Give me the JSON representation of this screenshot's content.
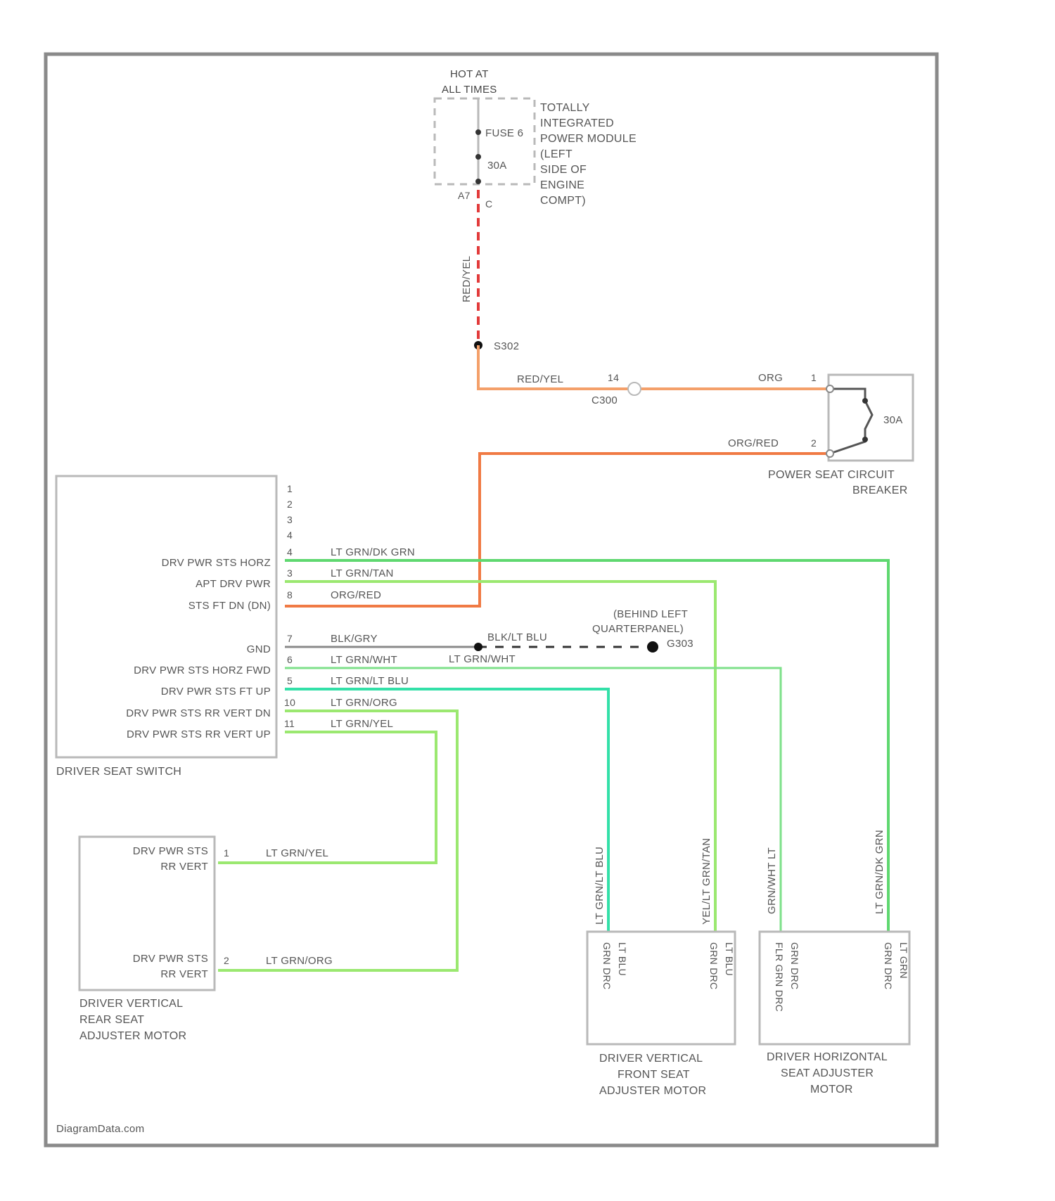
{
  "colors": {
    "frame": "#8a8a8a",
    "box": "#b9b9b9",
    "red": "#e23b3b",
    "orange": "#f4a06a",
    "dark_orange": "#f07a44",
    "green": "#5fd870",
    "light_green": "#9be870",
    "cyan_green": "#33e0a8",
    "gray": "#8a8a8a",
    "black": "#111111"
  },
  "power_source": {
    "header": [
      "HOT AT",
      "ALL TIMES"
    ],
    "fuse": "FUSE 6",
    "rating": "30A",
    "module": [
      "TOTALLY",
      "INTEGRATED",
      "POWER MODULE",
      "(LEFT",
      "SIDE OF",
      "ENGINE",
      "COMPT)"
    ],
    "pin_a": "A7",
    "pin_b": "C",
    "vertical_wire": "RED/YEL",
    "splice": "S302"
  },
  "breaker_feed": {
    "wire": "RED/YEL",
    "pin": "14",
    "connector": "C300",
    "out_wire": "ORG",
    "out_pin": "1",
    "return_wire": "ORG/RED",
    "return_pin": "2"
  },
  "breaker": {
    "rating": "30A",
    "name": [
      "POWER SEAT CIRCUIT",
      "BREAKER"
    ]
  },
  "driver_seat_switch": {
    "name": "DRIVER SEAT SWITCH",
    "blank_pins": [
      "1",
      "2",
      "3",
      "4"
    ],
    "rows": [
      {
        "pin": "4",
        "label": "DRV PWR STS HORZ",
        "wire": "LT GRN/DK GRN"
      },
      {
        "pin": "3",
        "label": "APT DRV PWR",
        "wire": "LT GRN/TAN"
      },
      {
        "pin": "8",
        "label": "STS FT DN (DN)",
        "wire": "ORG/RED"
      },
      {
        "pin": "7",
        "label": "GND",
        "wire": "BLK/GRY"
      },
      {
        "pin": "6",
        "label": "DRV PWR STS HORZ FWD",
        "wire": "LT GRN/WHT"
      },
      {
        "pin": "5",
        "label": "DRV PWR STS FT UP",
        "wire": "LT GRN/LT BLU"
      },
      {
        "pin": "10",
        "label": "DRV PWR STS RR VERT DN",
        "wire": "LT GRN/ORG"
      },
      {
        "pin": "11",
        "label": "DRV PWR STS RR VERT UP",
        "wire": "LT GRN/YEL"
      }
    ]
  },
  "ground": {
    "splice_wire": "BLK/LT BLU",
    "secondary_wire": "LT GRN/WHT",
    "location": [
      "(BEHIND LEFT",
      "QUARTERPANEL)"
    ],
    "id": "G303"
  },
  "rear_motor": {
    "name": [
      "DRIVER VERTICAL",
      "REAR SEAT",
      "ADJUSTER MOTOR"
    ],
    "pins": [
      {
        "pin": "1",
        "label": [
          "DRV PWR STS",
          "RR VERT"
        ],
        "wire": "LT GRN/YEL"
      },
      {
        "pin": "2",
        "label": [
          "DRV PWR STS",
          "RR VERT"
        ],
        "wire": "LT GRN/ORG"
      }
    ]
  },
  "front_motor": {
    "name": [
      "DRIVER VERTICAL",
      "FRONT SEAT",
      "ADJUSTER MOTOR"
    ],
    "wires": [
      "LT GRN/LT BLU",
      "YEL/LT GRN/TAN"
    ],
    "pin_labels": [
      [
        "LT BLU",
        "GRN DRC"
      ],
      [
        "LT BLU",
        "GRN DRC"
      ]
    ]
  },
  "horz_motor": {
    "name": [
      "DRIVER HORIZONTAL",
      "SEAT ADJUSTER",
      "MOTOR"
    ],
    "wires": [
      "GRN/WHT LT",
      "LT GRN/DK GRN"
    ],
    "pin_labels": [
      [
        "GRN DRC",
        "FLR GRN DRC"
      ],
      [
        "LT GRN",
        "GRN DRC"
      ]
    ]
  },
  "watermark": "DiagramData.com"
}
